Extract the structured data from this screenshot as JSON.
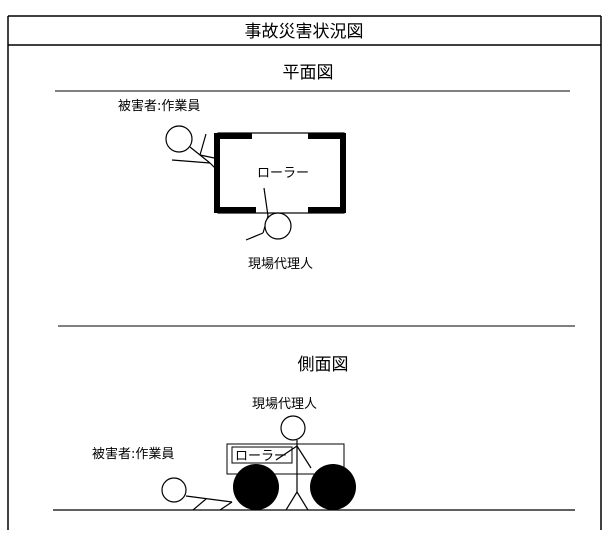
{
  "title": "事故災害状況図",
  "plan_view": {
    "heading": "平面図",
    "victim_label": "被害者:作業員",
    "machine_label": "ローラー",
    "agent_label": "現場代理人"
  },
  "side_view": {
    "heading": "側面図",
    "agent_label": "現場代理人",
    "victim_label": "被害者:作業員",
    "machine_label": "ローラー"
  }
}
